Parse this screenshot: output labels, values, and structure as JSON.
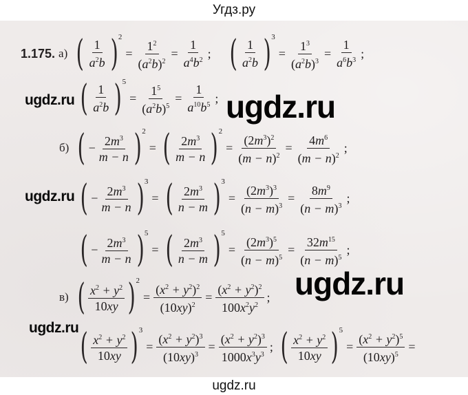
{
  "header": {
    "title": "Угдз.ру"
  },
  "footer": {
    "watermark": "ugdz.ru"
  },
  "watermarks": {
    "small": "ugdz.ru",
    "big": "ugdz.ru"
  },
  "problem": {
    "number": "1.175.",
    "parts": {
      "a": {
        "label": "а)",
        "expressions": [
          "(1/(a²b))² = 1²/(a²b)² = 1/(a⁴b²)",
          "(1/(a²b))³ = 1³/(a²b)³ = 1/(a⁶b³)",
          "(1/(a²b))⁵ = 1⁵/(a²b)⁵ = 1/(a¹⁰b⁵)"
        ]
      },
      "b": {
        "label": "б)",
        "expressions": [
          "(−2m³/(m−n))² = (2m³/(m−n))² = (2m³)²/(m−n)² = 4m⁶/(m−n)²",
          "(−2m³/(m−n))³ = (2m³/(n−m))³ = (2m³)³/(n−m)³ = 8m⁹/(n−m)³",
          "(−2m³/(m−n))⁵ = (2m³/(n−m))⁵ = (2m³)⁵/(n−m)⁵ = 32m¹⁵/(n−m)⁵"
        ]
      },
      "v": {
        "label": "в)",
        "expressions": [
          "((x²+y²)/(10xy))² = (x²+y²)²/(10xy)² = (x²+y²)²/(100x²y²)",
          "((x²+y²)/(10xy))³ = (x²+y²)³/(10xy)³ = (x²+y²)³/(1000x³y³)",
          "((x²+y²)/(10xy))⁵ = (x²+y²)⁵/(10xy)⁵ ="
        ]
      }
    }
  },
  "symbols": {
    "eq": "=",
    "semi": ";",
    "minus": "−"
  }
}
